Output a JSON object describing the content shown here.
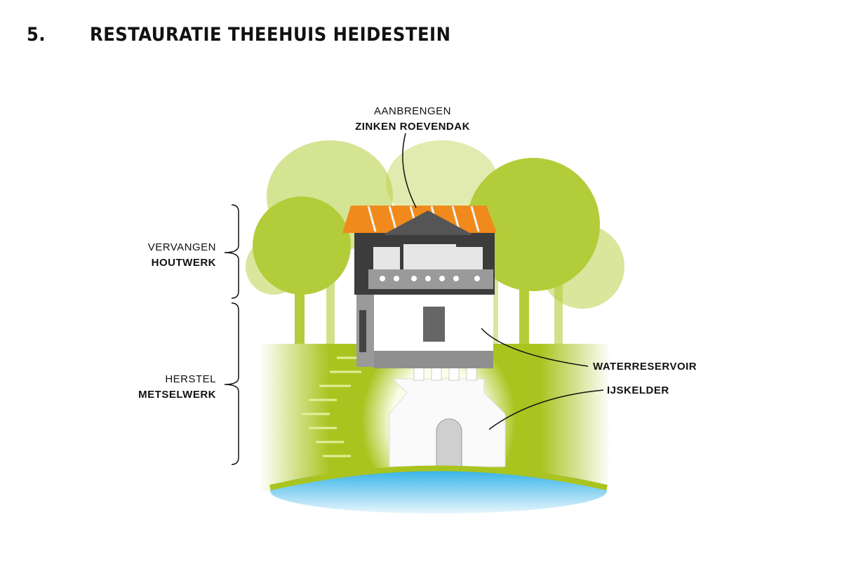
{
  "header": {
    "number": "5.",
    "title": "RESTAURATIE THEEHUIS HEIDESTEIN"
  },
  "labels": {
    "roof": {
      "line1": "AANBRENGEN",
      "line2": "ZINKEN ROEVENDAK"
    },
    "wood": {
      "line1": "VERVANGEN",
      "line2": "HOUTWERK"
    },
    "masonry": {
      "line1": "HERSTEL",
      "line2": "METSELWERK"
    },
    "reservoir": "WATERRESERVOIR",
    "icecellar": "IJSKELDER"
  },
  "colors": {
    "roof": "#f08a1c",
    "foliage": "#a5c21a",
    "water": "#3db8e8",
    "wood": "#3c3c3c"
  }
}
